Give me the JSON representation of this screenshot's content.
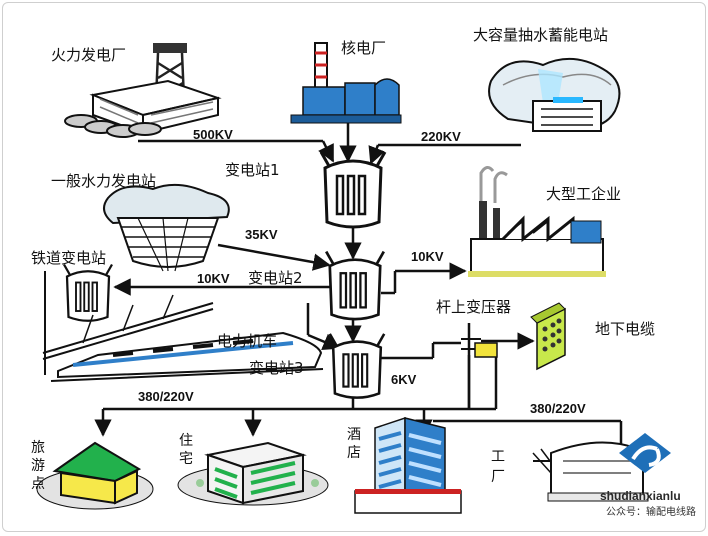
{
  "labels": {
    "thermal_plant": "火力发电厂",
    "nuclear_plant": "核电厂",
    "pumped_storage": "大容量抽水蓄能电站",
    "hydro_plant": "一般水力发电站",
    "substation1": "变电站1",
    "substation2": "变电站2",
    "substation3": "变电站3",
    "large_industry": "大型工企业",
    "railway_substation": "铁道变电站",
    "electric_locomotive": "电力机车",
    "pole_transformer": "杆上变压器",
    "underground_cable": "地下电缆",
    "tourist_spot": "旅游点",
    "residence": "住宅",
    "hotel": "酒店",
    "factory": "工厂"
  },
  "voltages": {
    "v500": "500KV",
    "v220": "220KV",
    "v35": "35KV",
    "v10_left": "10KV",
    "v10_right": "10KV",
    "v6": "6KV",
    "v380_left": "380/220V",
    "v380_right": "380/220V"
  },
  "watermark": {
    "site": "shudianxianlu",
    "account": "公众号：输配电线路"
  },
  "colors": {
    "line": "#111111",
    "transformer": "#ffffff",
    "building_blue": "#2f7fc9",
    "roof_green": "#22b14c",
    "house_yellow": "#f6e84a",
    "ground_gray": "#d8d8d8",
    "cable_box": "#c8e84b",
    "logo_blue": "#1e6fb8"
  }
}
